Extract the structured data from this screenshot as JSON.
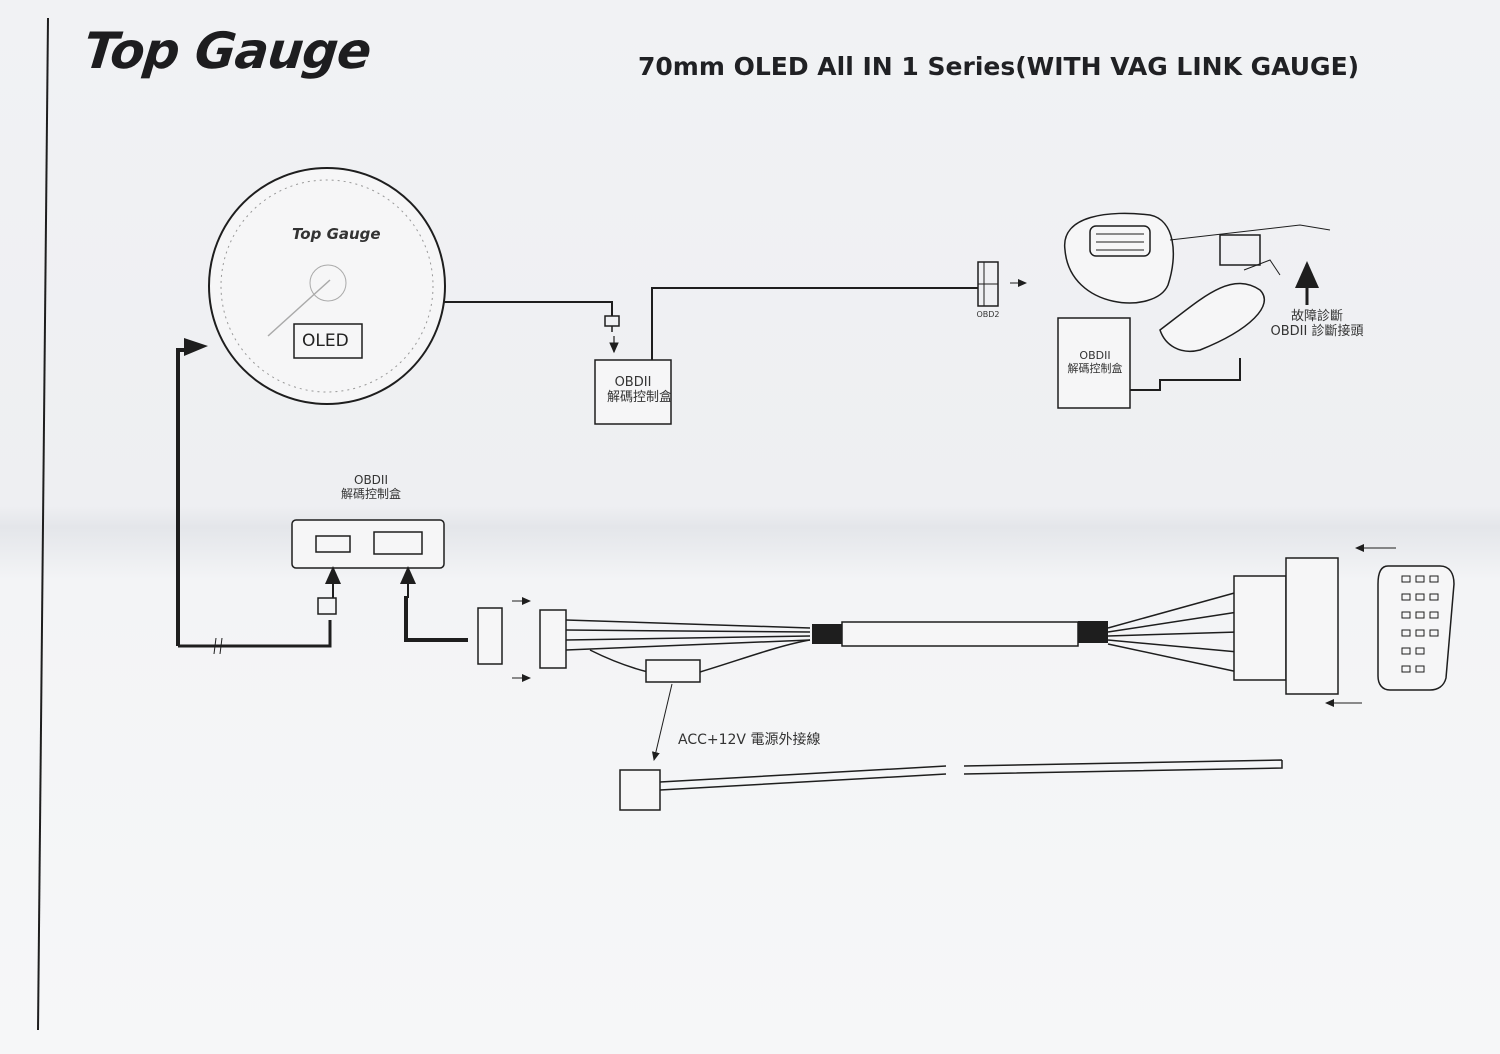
{
  "header": {
    "brand": "Top Gauge",
    "title": "70mm OLED All IN 1 Series(WITH VAG LINK GAUGE)"
  },
  "gauge": {
    "brand": "Top Gauge",
    "display_label": "OLED"
  },
  "control_box_top": {
    "line1": "OBDII",
    "line2": "解碼控制盒"
  },
  "control_box_inset": {
    "line1": "OBDII",
    "line2": "解碼控制盒"
  },
  "connector_label": "OBD2",
  "diagnostic_port": {
    "line1": "故障診斷",
    "line2": "OBDII 診斷接頭"
  },
  "control_box_main": {
    "line1": "OBDII",
    "line2": "解碼控制盒"
  },
  "power_wire_label": "ACC+12V 電源外接線",
  "colors": {
    "ink": "#1e1e1e",
    "paper": "#f1f2f4",
    "background": "#cfd3d8"
  }
}
